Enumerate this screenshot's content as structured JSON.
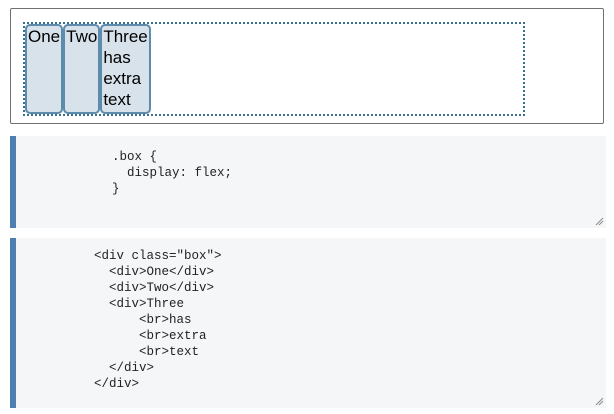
{
  "output": {
    "items": [
      {
        "lines": [
          "One"
        ]
      },
      {
        "lines": [
          "Two"
        ]
      },
      {
        "lines": [
          "Three",
          "has",
          "extra",
          "text"
        ]
      }
    ]
  },
  "css_editor": {
    "lines": [
      ".box {",
      "  display: flex;",
      "}"
    ]
  },
  "html_editor": {
    "lines": [
      "<div class=\"box\">",
      "  <div>One</div>",
      "  <div>Two</div>",
      "  <div>Three",
      "      <br>has",
      "      <br>extra",
      "      <br>text",
      "  </div>",
      "</div>"
    ]
  },
  "colors": {
    "editor_accent": "#4f7fb0",
    "editor_background": "#f5f6f7",
    "item_background": "#d8e2ea",
    "item_border": "#5d8bab",
    "box_border": "#3a6e8f"
  },
  "icons": {
    "resize_handle": "resize-grip-icon"
  }
}
